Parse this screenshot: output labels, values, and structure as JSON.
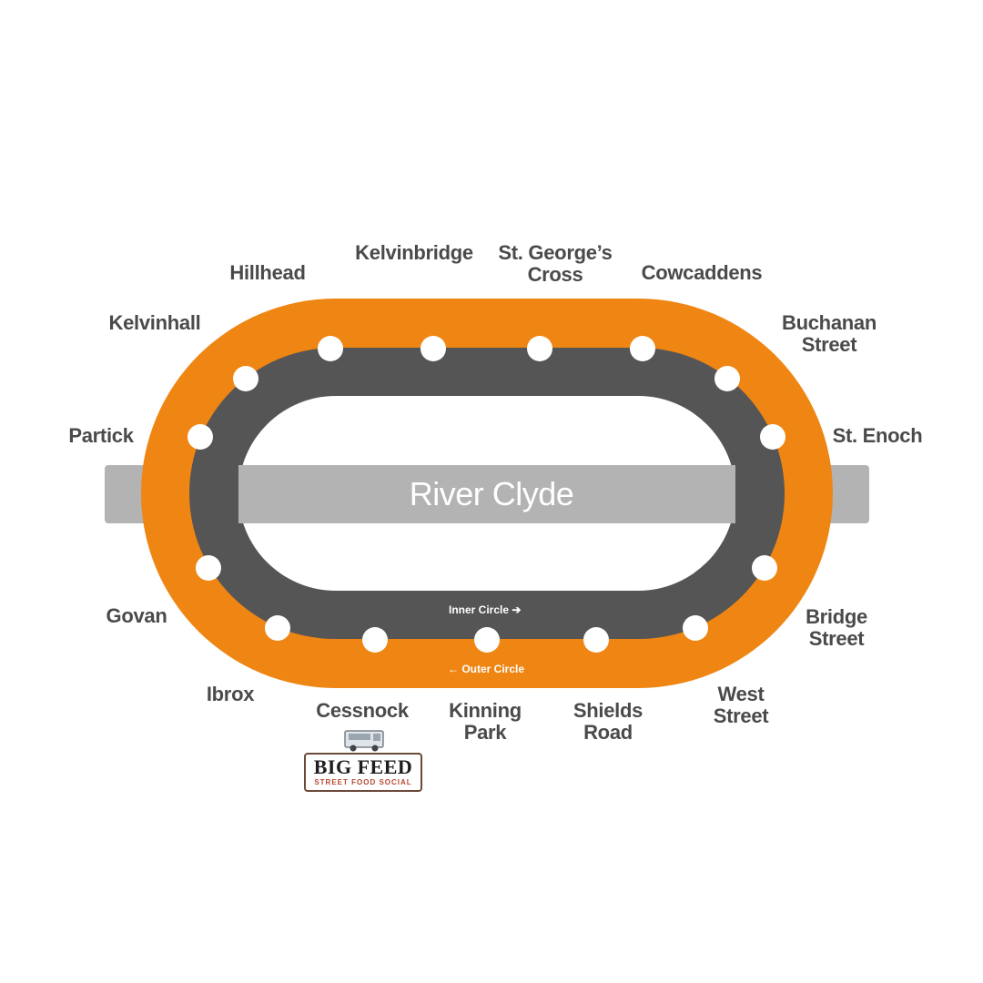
{
  "map": {
    "river_label": "River Clyde",
    "colors": {
      "outer_circle": "#ef8614",
      "inner_circle": "#555555",
      "river": "#b3b3b3",
      "label_text": "#4a4a4a",
      "station_dot": "#ffffff"
    },
    "inner_direction": {
      "label": "Inner Circle",
      "arrow": "➔"
    },
    "outer_direction": {
      "label": "Outer Circle",
      "arrow": "🡐"
    },
    "stations": [
      {
        "lines": [
          "Hillhead"
        ]
      },
      {
        "lines": [
          "Kelvinbridge"
        ]
      },
      {
        "lines": [
          "St. George’s",
          "Cross"
        ]
      },
      {
        "lines": [
          "Cowcaddens"
        ]
      },
      {
        "lines": [
          "Buchanan",
          "Street"
        ]
      },
      {
        "lines": [
          "St. Enoch"
        ]
      },
      {
        "lines": [
          "Bridge",
          "Street"
        ]
      },
      {
        "lines": [
          "West",
          "Street"
        ]
      },
      {
        "lines": [
          "Shields",
          "Road"
        ]
      },
      {
        "lines": [
          "Kinning",
          "Park"
        ]
      },
      {
        "lines": [
          "Cessnock"
        ]
      },
      {
        "lines": [
          "Ibrox"
        ]
      },
      {
        "lines": [
          "Govan"
        ]
      },
      {
        "lines": [
          "Partick"
        ]
      },
      {
        "lines": [
          "Kelvinhall"
        ]
      }
    ]
  },
  "logo": {
    "icon": "food-truck-icon",
    "title": "BIG FEED",
    "subtitle": "STREET FOOD SOCIAL"
  }
}
